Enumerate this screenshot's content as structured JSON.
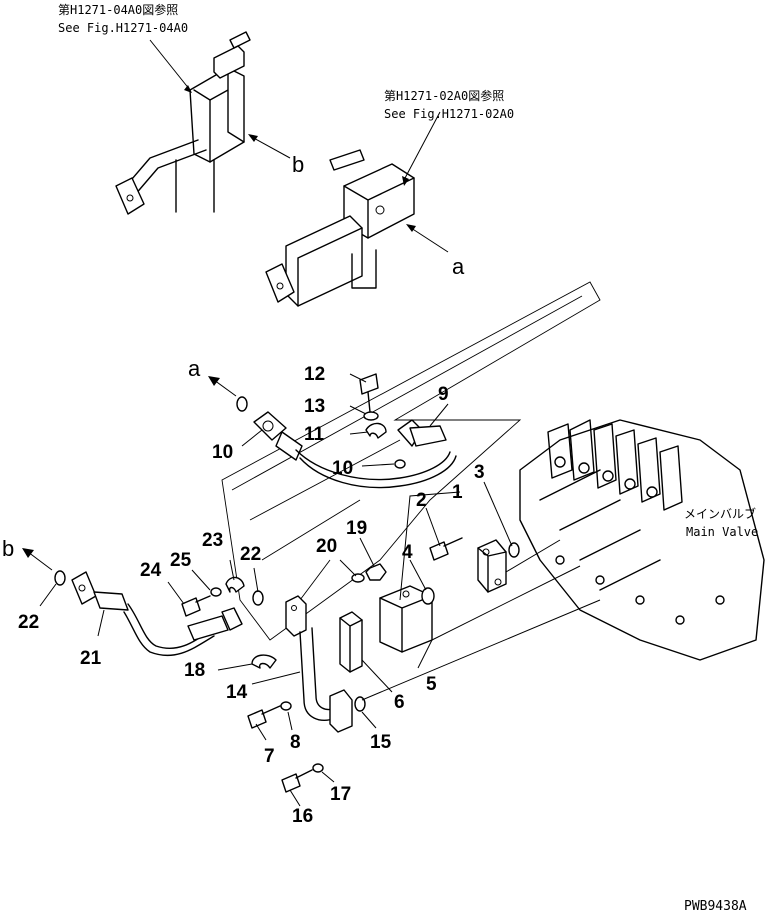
{
  "references": {
    "ref_b_jp": "第H1271-04A0図参照",
    "ref_b_en": "See Fig.H1271-04A0",
    "ref_a_jp": "第H1271-02A0図参照",
    "ref_a_en": "See Fig.H1271-02A0"
  },
  "main_valve": {
    "label_jp": "メインバルブ",
    "label_en": "Main Valve"
  },
  "letters": {
    "a_top": "a",
    "b_top": "b",
    "a_arrow": "a",
    "b_arrow": "b"
  },
  "part_numbers": {
    "p1": "1",
    "p2": "2",
    "p3": "3",
    "p4": "4",
    "p5": "5",
    "p6": "6",
    "p7": "7",
    "p8": "8",
    "p9": "9",
    "p10a": "10",
    "p10b": "10",
    "p11": "11",
    "p12": "12",
    "p13": "13",
    "p14": "14",
    "p15": "15",
    "p16": "16",
    "p17": "17",
    "p18": "18",
    "p19": "19",
    "p20": "20",
    "p21": "21",
    "p22a": "22",
    "p22b": "22",
    "p23": "23",
    "p24": "24",
    "p25": "25"
  },
  "drawing_code": "PWB9438A"
}
